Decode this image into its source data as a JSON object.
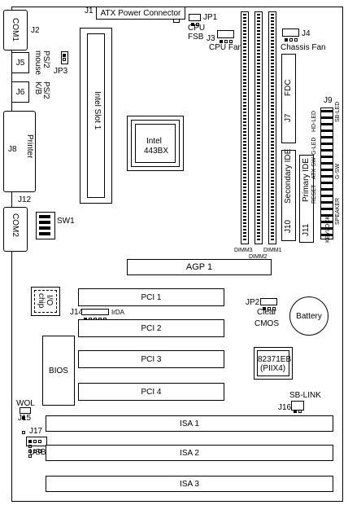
{
  "labels": {
    "j1": "J1",
    "atx": "ATX Power Connector",
    "jp1": "JP1",
    "cpu_fsb_1": "CPU",
    "cpu_fsb_2": "FSB",
    "j3": "J3",
    "cpu_fan": "CPU Fan",
    "j4": "J4",
    "chassis_fan": "Chassis Fan",
    "com1": "COM1",
    "j2": "J2",
    "j5": "J5",
    "ps2_mouse_1": "PS/2",
    "ps2_mouse_2": "mouse",
    "jp3": "JP3",
    "j6": "J6",
    "ps2_kb_1": "PS/2",
    "ps2_kb_2": "K/B",
    "j8": "J8",
    "printer": "Printer",
    "j12": "J12",
    "sw1": "SW1",
    "com2": "COM2",
    "intel_slot": "Intel Slot 1",
    "intel": "Intel",
    "chip443": "443BX",
    "fdc": "FDC",
    "j7": "J7",
    "j9": "J9",
    "secondary_ide": "Secondary IDE",
    "primary_ide": "Primary IDE",
    "j10": "J10",
    "j11": "J11",
    "dimm3": "DIMM3",
    "dimm2": "DIMM2",
    "dimm1": "DIMM1",
    "hd_led": "HD-LED",
    "g_led": "G-LED",
    "sb_led": "SB-LED",
    "atx_sw": "ATX-SW",
    "g_sw": "G-SW",
    "reset": "RESET",
    "speaker": "SPEAKER",
    "keylock": "KEYLOCK",
    "agp": "AGP 1",
    "io_1": "I/O",
    "io_2": "chip",
    "pci1": "PCI 1",
    "pci2": "PCI 2",
    "pci3": "PCI 3",
    "pci4": "PCI 4",
    "j14": "J14",
    "irda": "IrDA",
    "jp2": "JP2",
    "clear": "Clear",
    "cmos": "CMOS",
    "battery": "Battery",
    "bios": "BIOS",
    "piix_1": "82371EB",
    "piix_2": "(PIIX4)",
    "wol": "WOL",
    "j15": "J15",
    "sb_link": "SB-LINK",
    "j16": "J16",
    "j17": "J17",
    "usb": "USB",
    "isa1": "ISA 1",
    "isa2": "ISA 2",
    "isa3": "ISA 3"
  }
}
